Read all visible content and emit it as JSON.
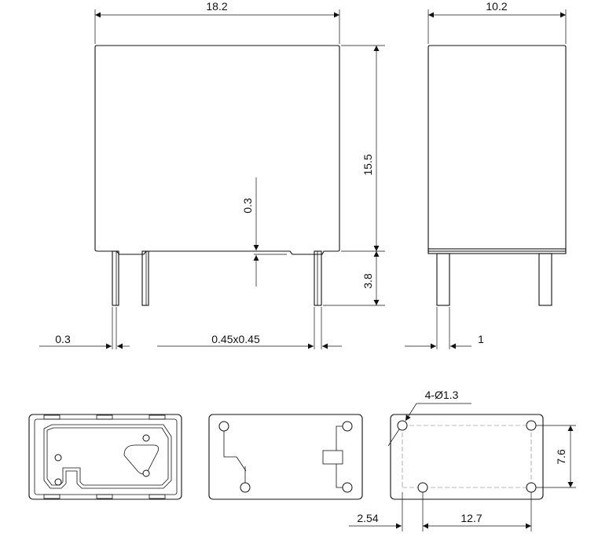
{
  "dimensions": {
    "width_top": "18.2",
    "depth_side": "10.2",
    "height_body": "15.5",
    "standoff": "0.3",
    "pin_length": "3.8",
    "left_offset": "0.3",
    "pin_section": "0.45x0.45",
    "side_pin": "1",
    "hole_spec": "4-Ø1.3",
    "row_spacing": "7.6",
    "offset_x": "2.54",
    "pitch_x": "12.7"
  },
  "views": [
    "front-view",
    "side-view",
    "bottom-view",
    "schematic-view",
    "pcb-layout-view"
  ],
  "colors": {
    "line": "#111111",
    "background": "#ffffff"
  }
}
